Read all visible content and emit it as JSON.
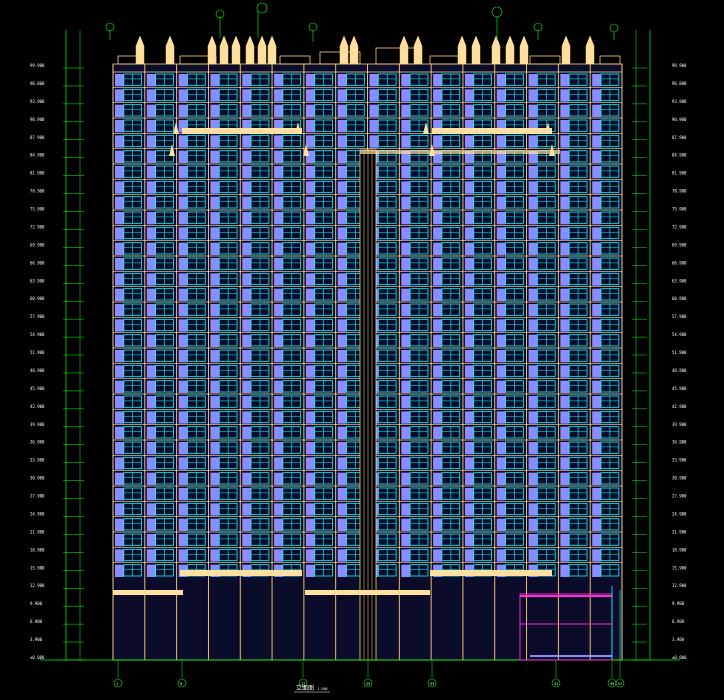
{
  "drawing": {
    "caption": "立面图",
    "caption_scale": "1:100",
    "colors": {
      "background": "#000000",
      "outline": "#ffd27a",
      "glazing": "#00ffff",
      "wall_panel": "#8a8cff",
      "dimension": "#00ff00",
      "slab": "#ffe0a0",
      "accent": "#ff2fd4",
      "text": "#ffffff"
    },
    "storeys": 33,
    "bays": 16,
    "left_elevations": [
      "99.900",
      "96.800",
      "93.900",
      "90.900",
      "87.900",
      "84.900",
      "81.900",
      "78.900",
      "75.900",
      "72.900",
      "69.900",
      "66.900",
      "63.900",
      "60.900",
      "57.900",
      "54.900",
      "51.900",
      "48.900",
      "45.900",
      "42.900",
      "39.900",
      "36.900",
      "33.900",
      "30.900",
      "27.900",
      "24.900",
      "21.900",
      "18.900",
      "15.900",
      "12.900",
      "9.900",
      "6.900",
      "3.900",
      "±0.000"
    ],
    "right_elevations": [
      "99.900",
      "96.800",
      "93.900",
      "90.900",
      "87.900",
      "84.900",
      "81.900",
      "78.900",
      "75.900",
      "72.900",
      "69.900",
      "66.900",
      "63.900",
      "60.900",
      "57.900",
      "54.900",
      "51.900",
      "48.900",
      "45.900",
      "42.900",
      "39.900",
      "36.900",
      "33.900",
      "30.900",
      "27.900",
      "24.900",
      "21.900",
      "18.900",
      "15.900",
      "12.900",
      "9.900",
      "6.900",
      "3.900",
      "±0.000"
    ],
    "axis_tags": [
      "1",
      "9",
      "17",
      "25",
      "33",
      "41",
      "49",
      "57"
    ]
  }
}
